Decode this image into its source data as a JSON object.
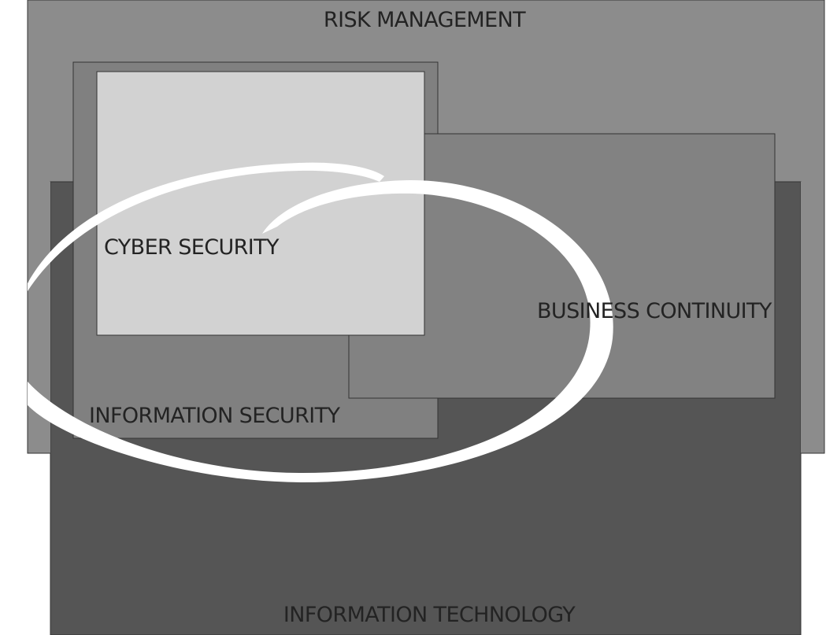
{
  "diagram": {
    "regions": [
      {
        "id": "risk-management",
        "label": "RISK MANAGEMENT",
        "fill": "#8c8c8c"
      },
      {
        "id": "information-technology",
        "label": "INFORMATION TECHNOLOGY",
        "fill": "#555555"
      },
      {
        "id": "information-security",
        "label": "INFORMATION SECURITY",
        "fill": "#808080"
      },
      {
        "id": "business-continuity",
        "label": "BUSINESS CONTINUITY",
        "fill": "#828282"
      },
      {
        "id": "cyber-security",
        "label": "CYBER SECURITY",
        "fill": "#d2d2d2"
      }
    ],
    "swoosh_color": "#ffffff",
    "outline_color": "#333333"
  }
}
